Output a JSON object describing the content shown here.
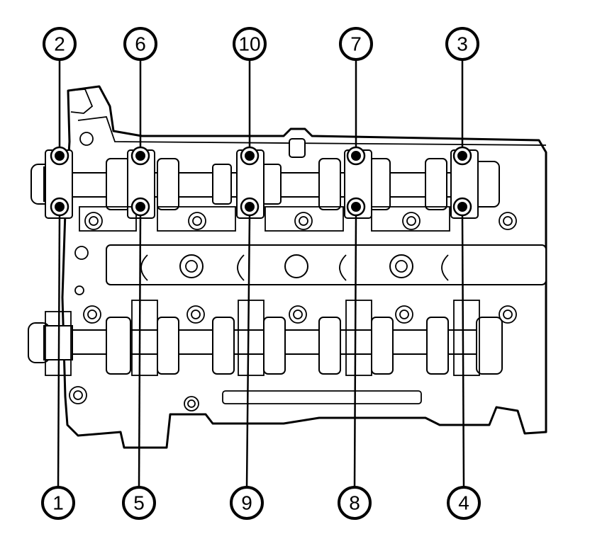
{
  "diagram": {
    "callouts_top": [
      {
        "label": "2",
        "bolt": 1
      },
      {
        "label": "6",
        "bolt": 2
      },
      {
        "label": "10",
        "bolt": 3
      },
      {
        "label": "7",
        "bolt": 4
      },
      {
        "label": "3",
        "bolt": 5
      }
    ],
    "callouts_bottom": [
      {
        "label": "1",
        "bolt": 1
      },
      {
        "label": "5",
        "bolt": 2
      },
      {
        "label": "9",
        "bolt": 3
      },
      {
        "label": "8",
        "bolt": 4
      },
      {
        "label": "4",
        "bolt": 5
      }
    ],
    "colors": {
      "line": "#000000",
      "background": "#ffffff"
    }
  }
}
